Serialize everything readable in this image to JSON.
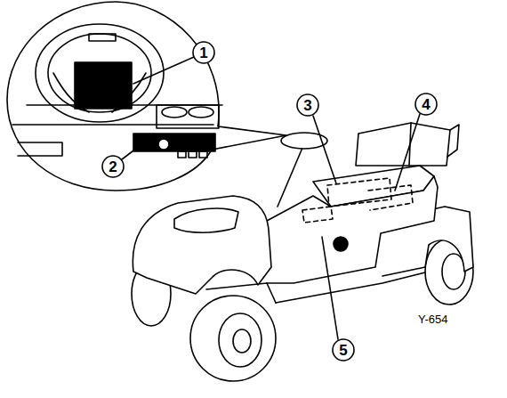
{
  "diagram": {
    "labels": [
      "1",
      "2",
      "3",
      "4",
      "5",
      "Y-654"
    ]
  }
}
